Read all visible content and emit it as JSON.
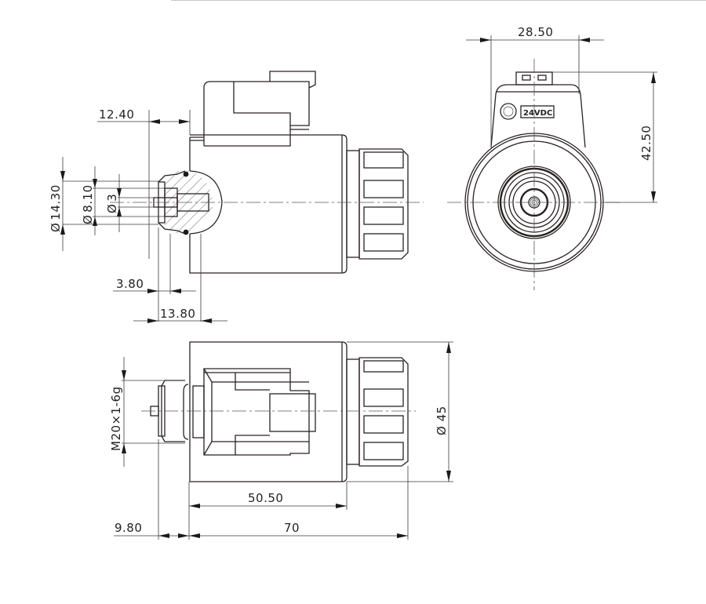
{
  "drawing": {
    "subject": "solenoid coil with connector",
    "views": [
      "side-section",
      "front",
      "top"
    ],
    "coil_label": "24VDC",
    "colors": {
      "line": "#2a2222",
      "background": "#ffffff"
    }
  },
  "dimensions": {
    "side_view": {
      "connector_offset": "12.40",
      "dia_outer": "14.30",
      "dia_mid": "8.10",
      "dia_pin": "3",
      "dia_symbol": "Ø",
      "nut_width": "3.80",
      "face_to_body": "13.80"
    },
    "front_view": {
      "connector_width": "28.50",
      "connector_height": "42.50"
    },
    "top_view": {
      "thread": "M20×1-6g",
      "body_diameter": "Ø 45",
      "body_length": "50.50",
      "total_length": "70",
      "thread_length": "9.80"
    }
  }
}
